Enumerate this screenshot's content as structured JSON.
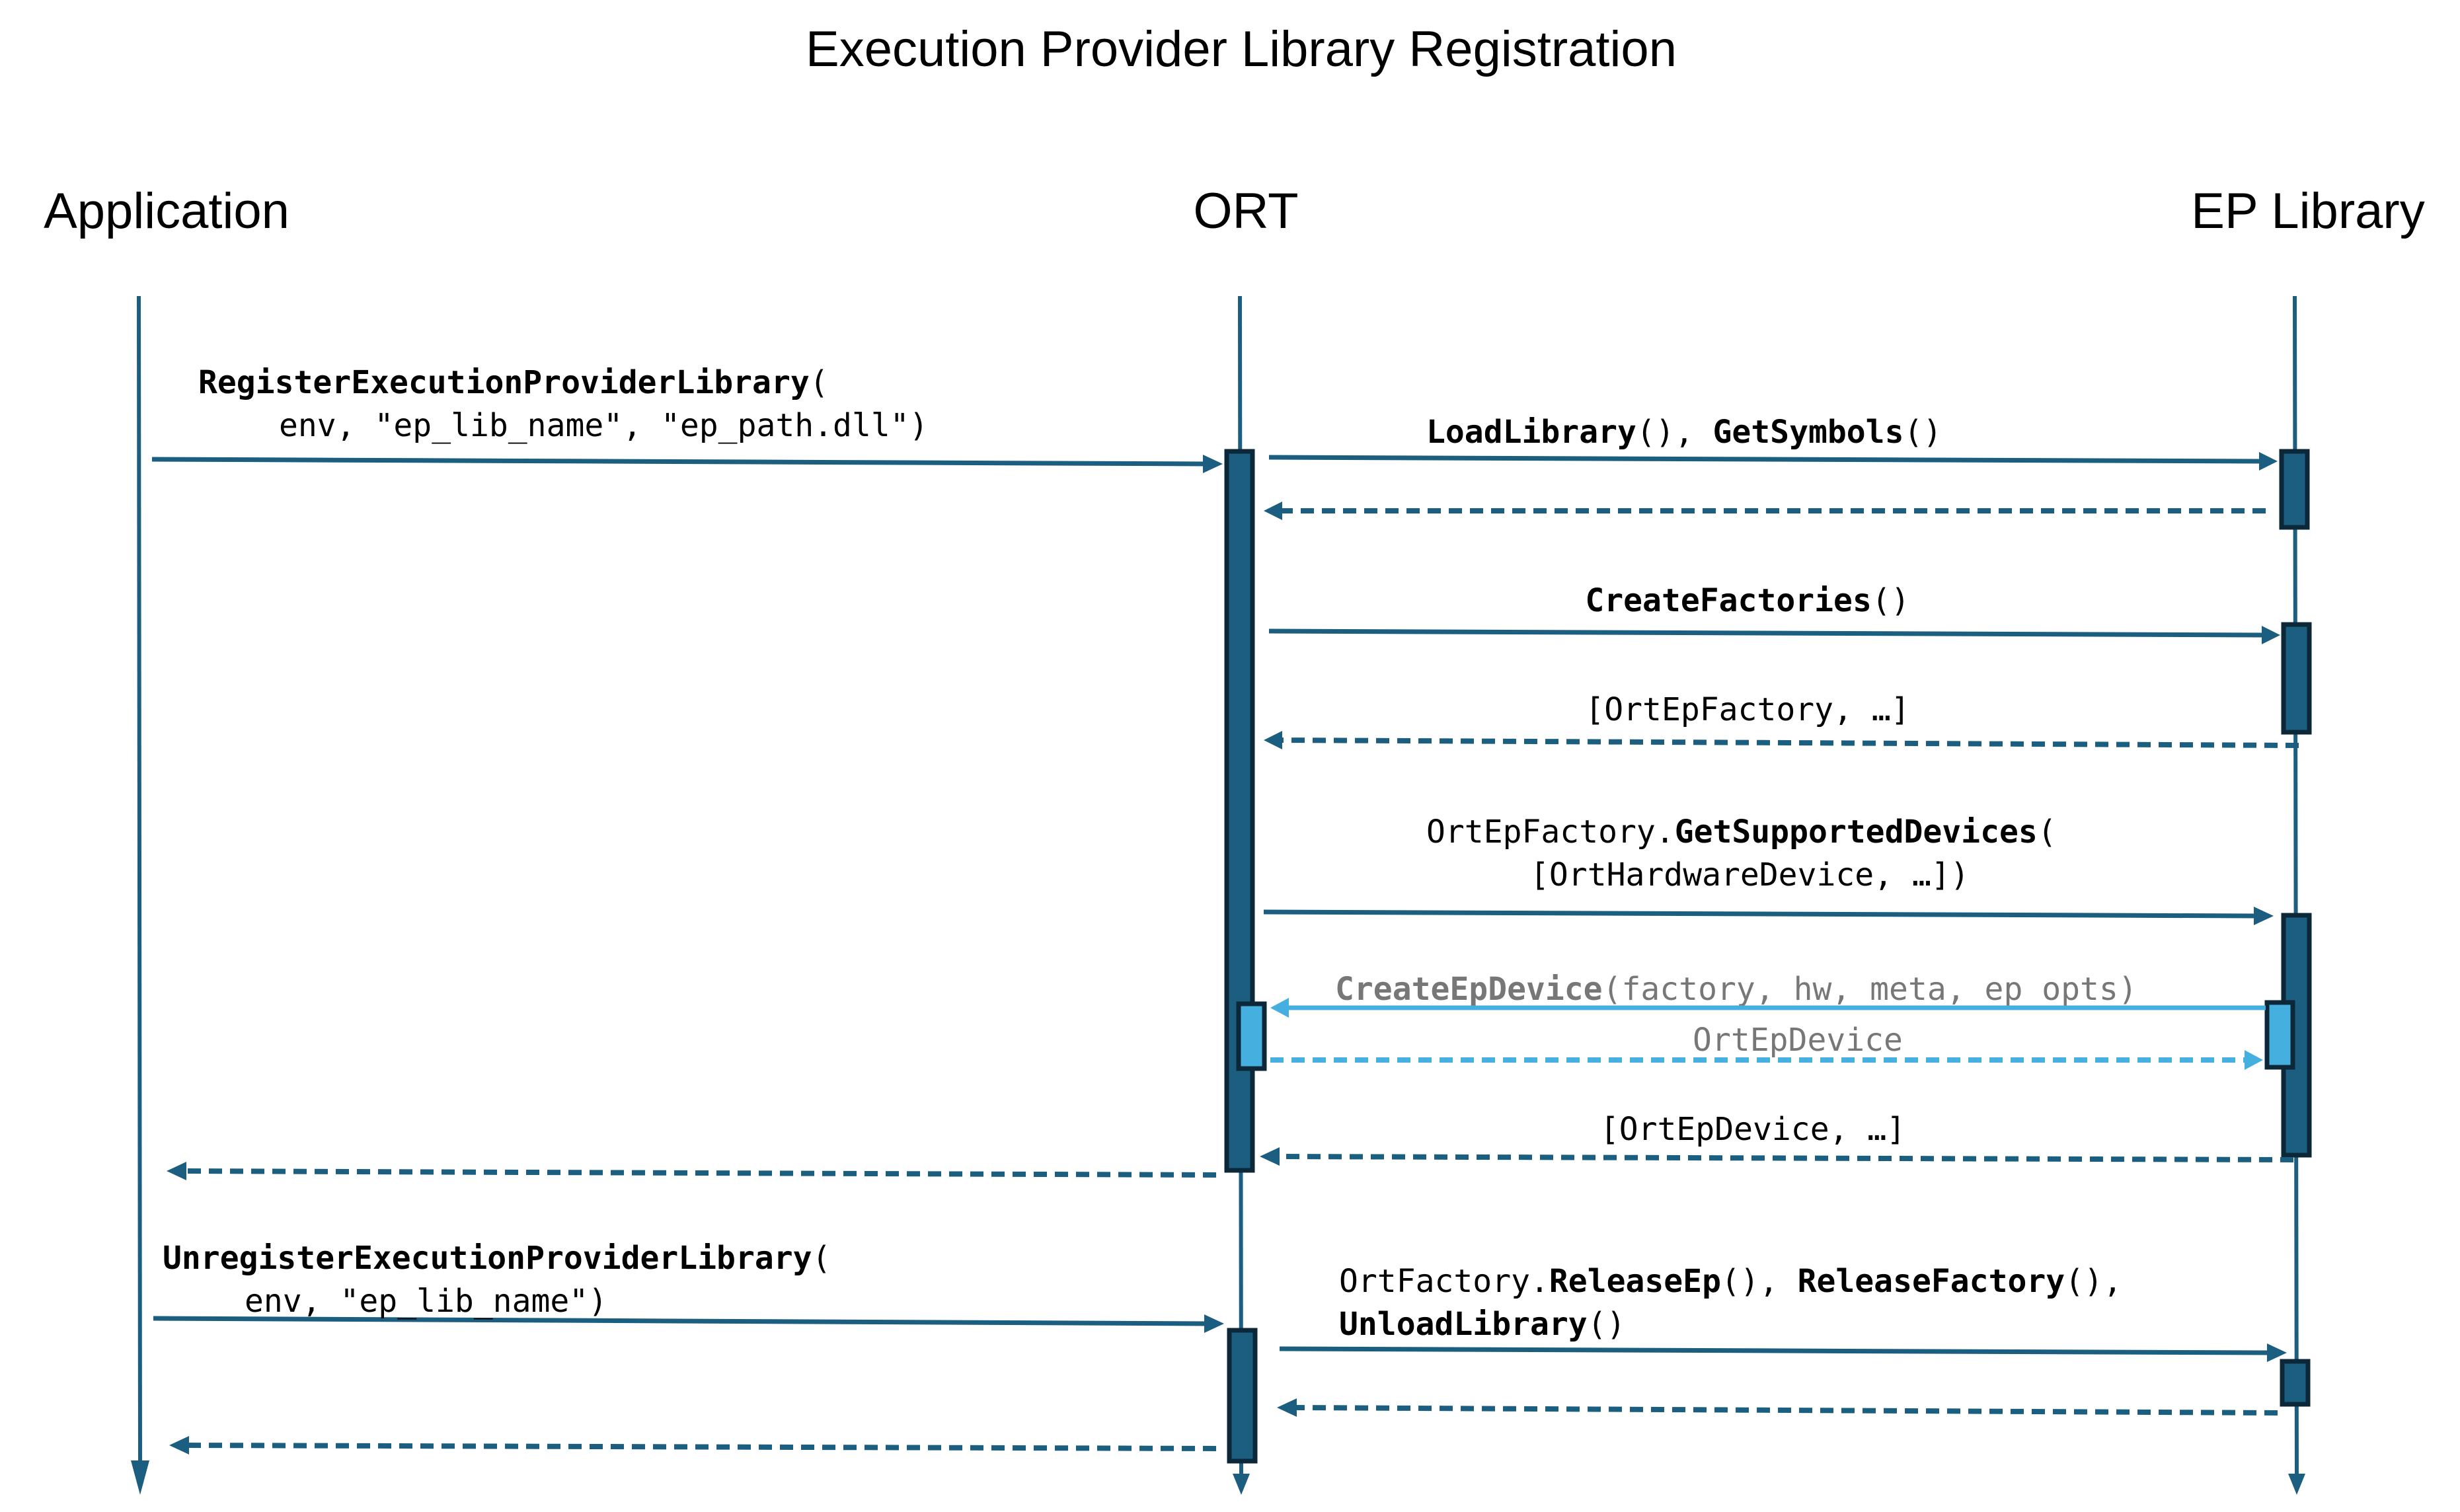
{
  "diagram": {
    "title": "Execution Provider Library Registration",
    "type": "sequence",
    "colors": {
      "primary": "#1b5e80",
      "activation_border": "#0b2738",
      "highlight": "#45b0e0",
      "highlight_text": "#777777",
      "text": "#000000"
    },
    "participants": [
      {
        "id": "app",
        "label": "Application"
      },
      {
        "id": "ort",
        "label": "ORT"
      },
      {
        "id": "ep",
        "label": "EP Library"
      }
    ],
    "messages": {
      "register": {
        "from": "app",
        "to": "ort",
        "style": "solid",
        "line1_bold": "RegisterExecutionProviderLibrary",
        "line1_rest": "(",
        "line2": "env, \"ep_lib_name\", \"ep_path.dll\")"
      },
      "load": {
        "from": "ort",
        "to": "ep",
        "style": "solid",
        "part1_bold": "LoadLibrary",
        "part2": "(), ",
        "part3_bold": "GetSymbols",
        "part4": "()"
      },
      "load_return": {
        "from": "ep",
        "to": "ort",
        "style": "dashed",
        "label": ""
      },
      "create_factories": {
        "from": "ort",
        "to": "ep",
        "style": "solid",
        "part1_bold": "CreateFactories",
        "part2": "()"
      },
      "create_factories_return": {
        "from": "ep",
        "to": "ort",
        "style": "dashed",
        "label": "[OrtEpFactory, …]"
      },
      "get_supported": {
        "from": "ort",
        "to": "ep",
        "style": "solid",
        "line1_prefix": "OrtEpFactory.",
        "line1_bold": "GetSupportedDevices",
        "line1_rest": "(",
        "line2": "[OrtHardwareDevice, …])"
      },
      "create_ep_device": {
        "from": "ep",
        "to": "ort",
        "style": "solid-highlight",
        "part1_bold": "CreateEpDevice",
        "part2": "(factory, hw, meta, ep_opts)"
      },
      "create_ep_device_return": {
        "from": "ort",
        "to": "ep",
        "style": "dashed-highlight",
        "label": "OrtEpDevice"
      },
      "get_supported_return": {
        "from": "ep",
        "to": "ort",
        "style": "dashed",
        "label": "[OrtEpDevice, …]"
      },
      "register_return": {
        "from": "ort",
        "to": "app",
        "style": "dashed",
        "label": ""
      },
      "unregister": {
        "from": "app",
        "to": "ort",
        "style": "solid",
        "line1_bold": "UnregisterExecutionProviderLibrary",
        "line1_rest": "(",
        "line2": "env, \"ep_lib_name\")"
      },
      "release": {
        "from": "ort",
        "to": "ep",
        "style": "solid",
        "line1_prefix": "OrtFactory.",
        "line1_bold1": "ReleaseEp",
        "line1_mid": "(), ",
        "line1_bold2": "ReleaseFactory",
        "line1_end": "(),",
        "line2_bold": "UnloadLibrary",
        "line2_rest": "()"
      },
      "release_return": {
        "from": "ep",
        "to": "ort",
        "style": "dashed",
        "label": ""
      },
      "unregister_return": {
        "from": "ort",
        "to": "app",
        "style": "dashed",
        "label": ""
      }
    }
  }
}
